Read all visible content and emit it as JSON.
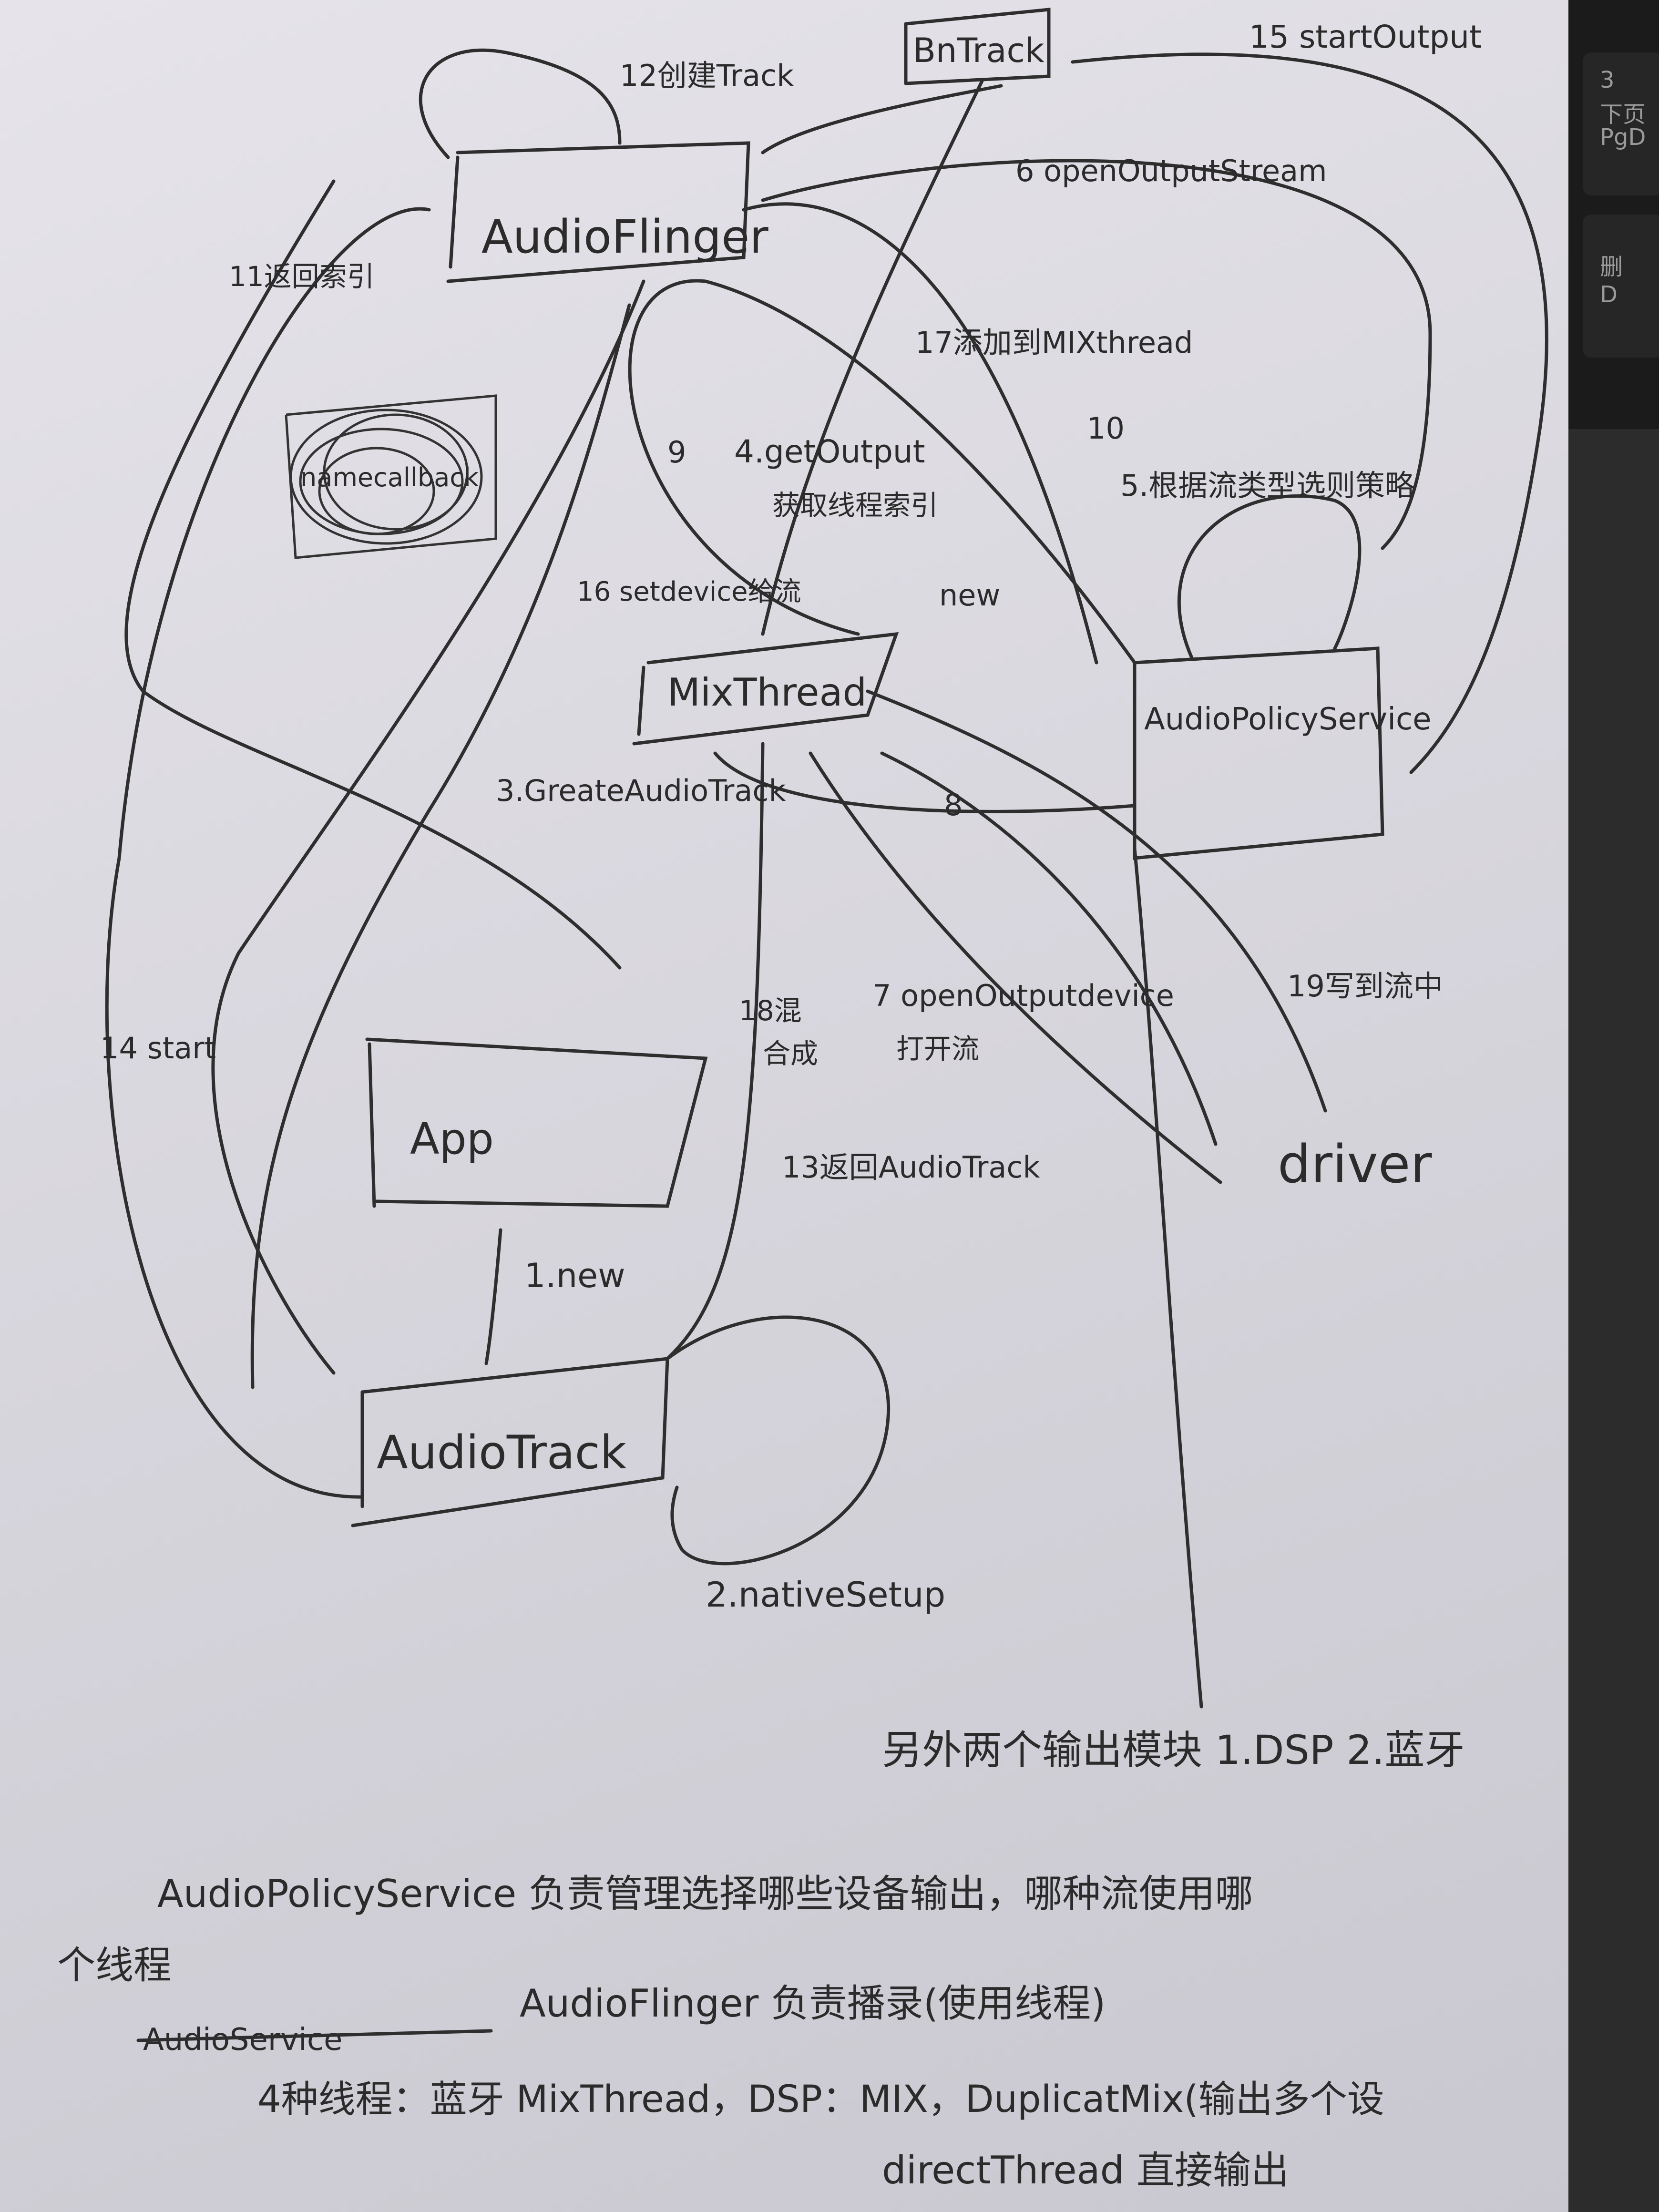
{
  "nodes": {
    "audioflinger": "AudioFlinger",
    "bntrack": "BnTrack",
    "mixthread": "MixThread",
    "audiopolicyservice": "AudioPolicyService",
    "app": "App",
    "audiotrack": "AudioTrack",
    "driver": "driver",
    "scribble": "namecallback"
  },
  "edges": {
    "e1": "1.new",
    "e2": "2.nativeSetup",
    "e3": "3.GreateAudioTrack",
    "e4": "4.getOutput",
    "e4b": "获取线程索引",
    "e5": "5.根据流类型选则策略",
    "e6": "6 openOutputStream",
    "e7a": "7 openOutputdevice",
    "e7b": "打开流",
    "e8": "8",
    "e9": "9",
    "e10": "10",
    "e11": "11返回索引",
    "e12": "12创建Track",
    "e13": "13返回AudioTrack",
    "e14": "14 start",
    "e15": "15 startOutput",
    "e16": "16 setdevice给流",
    "e17": "17添加到MIXthread",
    "e18a": "18混",
    "e18b": "合成",
    "e19": "19写到流中",
    "new_label": "new"
  },
  "notes": {
    "n1": "另外两个输出模块 1.DSP   2.蓝牙",
    "n2": "AudioPolicyService 负责管理选择哪些设备输出，哪种流使用哪",
    "n3": "个线程",
    "n4_struck": "AudioService",
    "n4": "AudioFlinger 负责播录(使用线程)",
    "n5": "4种线程：蓝牙 MixThread，DSP：MIX，DuplicatMix(输出多个设",
    "n6": "directThread 直接输出"
  },
  "keyboard": {
    "key1_top": "3",
    "key1_mid": "下页",
    "key1_bot": "PgD",
    "key2_top": "删",
    "key2_bot": "D"
  }
}
